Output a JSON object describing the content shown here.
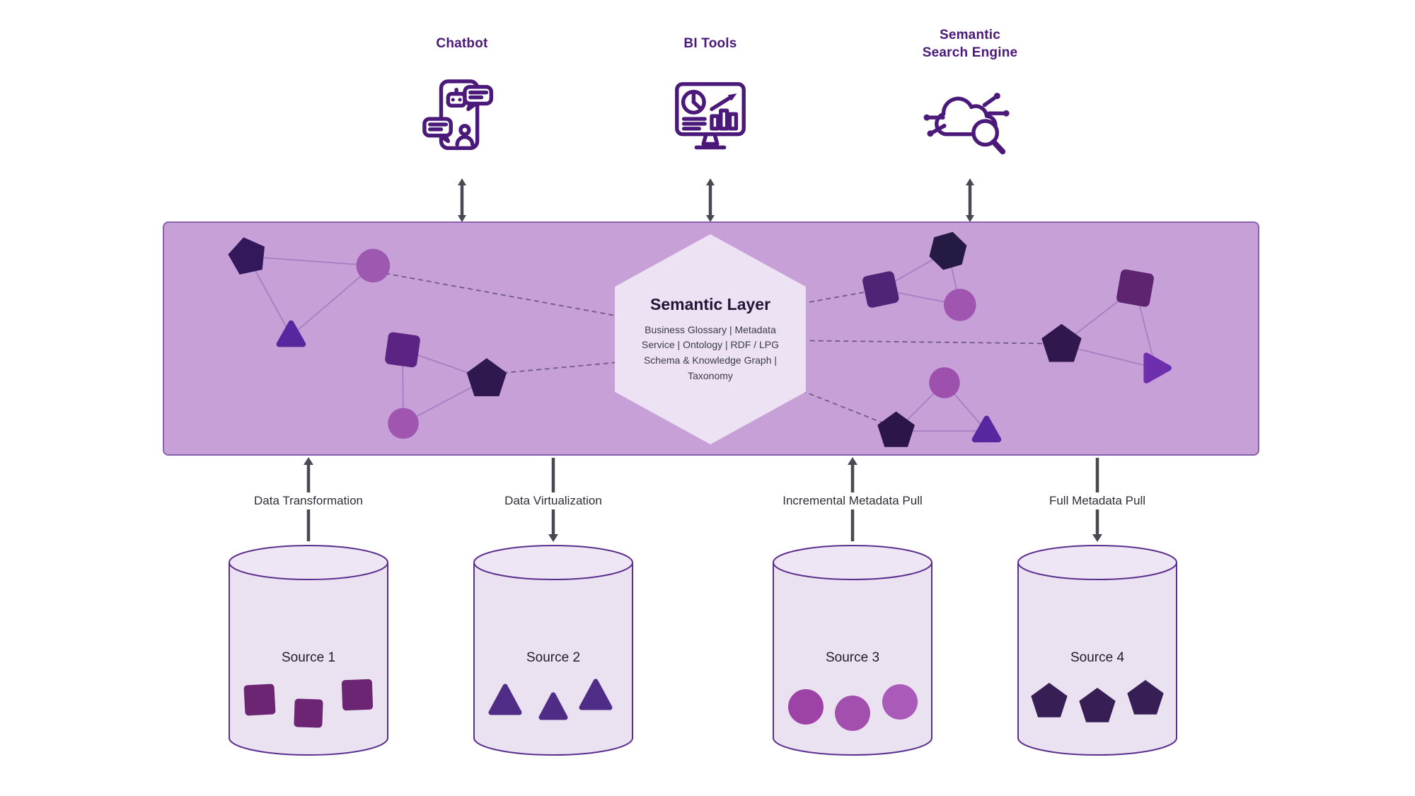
{
  "consumers": [
    {
      "id": "chatbot",
      "label": "Chatbot"
    },
    {
      "id": "bi-tools",
      "label": "BI Tools"
    },
    {
      "id": "semantic-search-engine",
      "label": "Semantic\nSearch Engine"
    }
  ],
  "semantic_layer": {
    "title": "Semantic Layer",
    "description": "Business Glossary | Metadata Service | Ontology | RDF / LPG Schema & Knowledge Graph | Taxonomy"
  },
  "pipelines": [
    {
      "label": "Data Transformation",
      "direction": "up"
    },
    {
      "label": "Data Virtualization",
      "direction": "down"
    },
    {
      "label": "Incremental Metadata Pull",
      "direction": "up"
    },
    {
      "label": "Full Metadata Pull",
      "direction": "down"
    }
  ],
  "sources": [
    {
      "label": "Source 1",
      "shape": "square"
    },
    {
      "label": "Source 2",
      "shape": "triangle"
    },
    {
      "label": "Source 3",
      "shape": "circle"
    },
    {
      "label": "Source 4",
      "shape": "pentagon"
    }
  ],
  "colors": {
    "accent_dark_purple": "#4b1979",
    "band_fill": "#c8a0d8",
    "band_border": "#8a5fae",
    "hexagon_fill": "#ece2f4",
    "cylinder_fill": "#eae1f1",
    "cylinder_stroke": "#5b2f8e",
    "arrow_gray": "#4a4852",
    "node_dark": "#2c1749",
    "node_purple": "#5c2482",
    "node_orchid": "#a153ae"
  }
}
